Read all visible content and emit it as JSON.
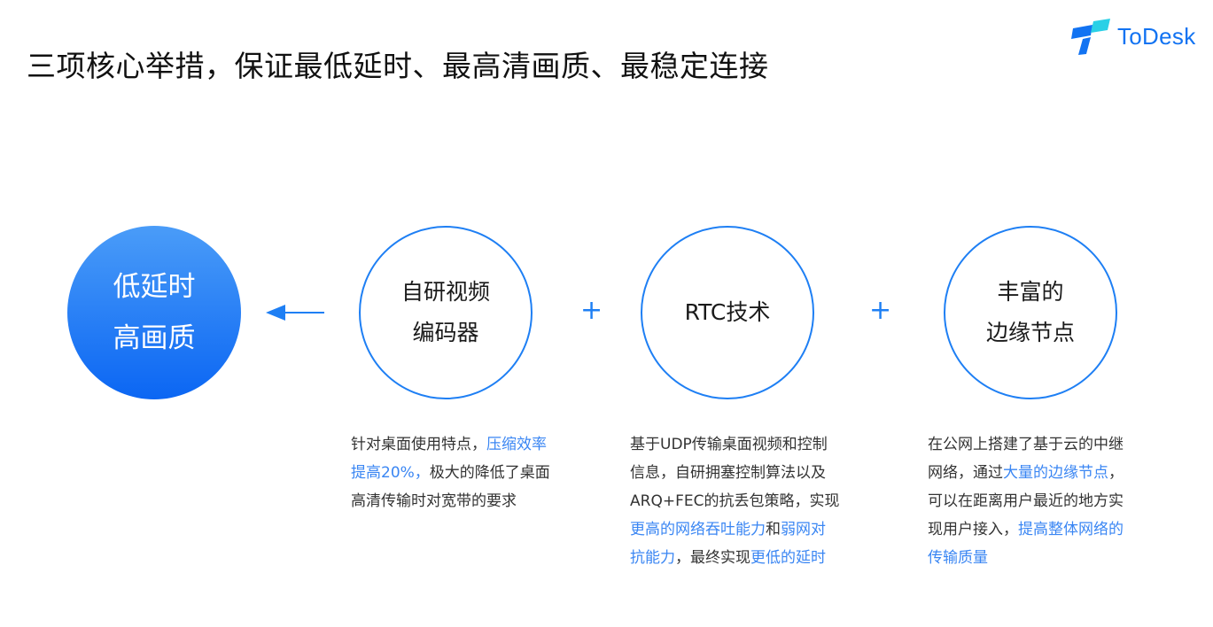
{
  "page": {
    "title": "三项核心举措，保证最低延时、最高清画质、最稳定连接"
  },
  "logo": {
    "text": "ToDesk"
  },
  "result": {
    "line1": "低延时",
    "line2": "高画质"
  },
  "rings": [
    {
      "line1": "自研视频",
      "line2": "编码器"
    },
    {
      "line1": "RTC技术"
    },
    {
      "line1": "丰富的",
      "line2": "边缘节点"
    }
  ],
  "operators": {
    "plus": "+"
  },
  "descriptions": {
    "d1": {
      "l1": "针对桌面使用特点，",
      "l1_hl": "压缩效率",
      "l2_hl": "提高20%，",
      "l2": "极大的降低了桌面",
      "l3": "高清传输时对宽带的要求"
    },
    "d2": {
      "l1": "基于UDP传输桌面视频和控制",
      "l2": "信息，自研拥塞控制算法以及",
      "l3": "ARQ+FEC的抗丢包策略，实现",
      "l4_hl1": "更高的网络吞吐能力",
      "l4_mid": "和",
      "l4_hl2": "弱网对",
      "l5_hl": "抗能力",
      "l5": "，最终实现",
      "l5_hl2": "更低的延时"
    },
    "d3": {
      "l1": "在公网上搭建了基于云的中继",
      "l2": "网络，通过",
      "l2_hl": "大量的边缘节点",
      "l2_end": "，",
      "l3": "可以在距离用户最近的地方实",
      "l4": "现用户接入，",
      "l4_hl": "提高整体网络的",
      "l5_hl": "传输质量"
    }
  },
  "colors": {
    "accent": "#1e7ff4",
    "highlight": "#3a86f3",
    "gradient_top": "#4a9cf8",
    "gradient_bottom": "#0b66f3"
  }
}
